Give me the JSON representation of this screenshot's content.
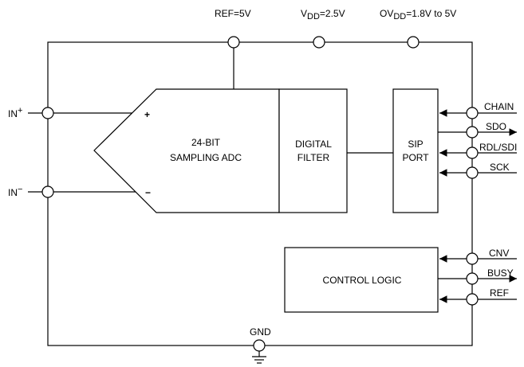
{
  "supply_labels": {
    "ref": "REF=5V",
    "vdd_main": "V",
    "vdd_sub": "DD",
    "vdd_rest": "=2.5V",
    "ovdd_main": "OV",
    "ovdd_sub": "DD",
    "ovdd_rest": "=1.8V to 5V"
  },
  "inputs": {
    "inp_main": "IN",
    "inp_sup": "+",
    "inn_main": "IN",
    "inn_sup": "−"
  },
  "adc": {
    "line1": "24-BIT",
    "line2": "SAMPLING ADC",
    "plus": "+",
    "minus": "−"
  },
  "filter": {
    "line1": "DIGITAL",
    "line2": "FILTER"
  },
  "port": {
    "line1": "SIP",
    "line2": "PORT"
  },
  "control": {
    "label": "CONTROL LOGIC"
  },
  "serial_pins": {
    "chain": "CHAIN",
    "sdo": "SDO",
    "rdl": "RDL/SDI",
    "sck": "SCK"
  },
  "control_pins": {
    "cnv": "CNV",
    "busy": "BUSY",
    "ref": "REF"
  },
  "ground": {
    "label": "GND"
  }
}
